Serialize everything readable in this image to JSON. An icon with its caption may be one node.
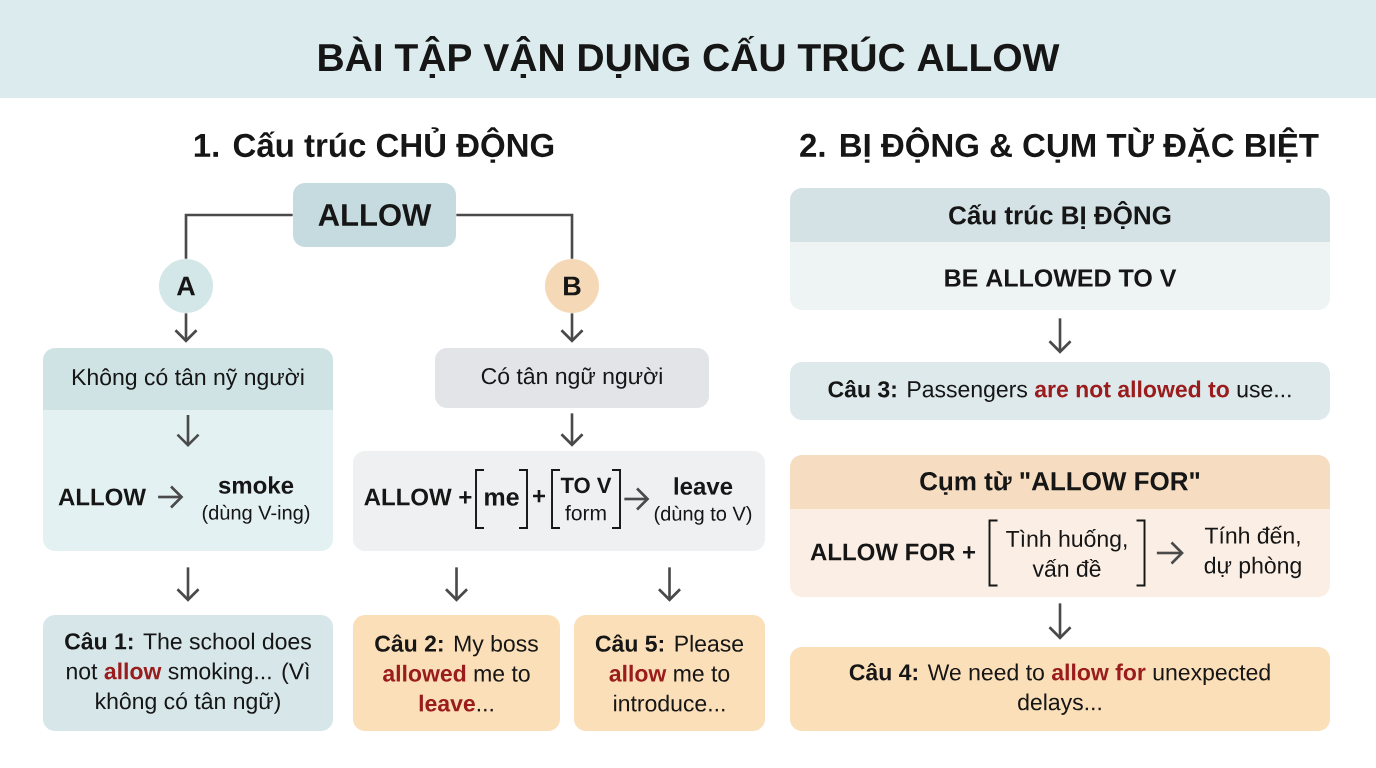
{
  "diagram": {
    "title": "BÀI TẬP VẬN DỤNG CẤU TRÚC ALLOW",
    "nodes": [
      {
        "text": [
          "ALLOW"
        ]
      },
      {
        "text": [
          "A"
        ]
      },
      {
        "text": [
          "B"
        ]
      },
      {
        "text": [
          "Không có tân nỹ người"
        ]
      },
      {
        "text": [
          "ALLOW"
        ],
        "in": 3
      },
      {
        "text": [
          "smoke",
          "(dùng V-ing)"
        ],
        "in": 3
      },
      {
        "text": [
          "Có tân ngữ người"
        ]
      },
      {
        "text": [
          "ALLOW +",
          "+"
        ]
      },
      {
        "text": [
          "me"
        ],
        "in": 7
      },
      {
        "text": [
          "TO V",
          "form"
        ],
        "in": 7
      },
      {
        "text": [
          "leave",
          "(dùng to V)"
        ],
        "in": 7
      },
      {
        "text": [
          "**Câu 1:** The school does not **allow** smoking... (Vì không có tân ngữ)"
        ]
      },
      {
        "text": [
          "**Câu 2:** My boss **allowed** me to **leave**..."
        ]
      },
      {
        "text": [
          "**Câu 5:** Please **allow** me to introduce..."
        ]
      },
      {
        "text": [
          "Cấu trúc BỊ ĐỘNG",
          "BE ALLOWED TO V"
        ]
      },
      {
        "text": [
          "**Câu 3:** Passengers **are not allowed to** use..."
        ]
      },
      {
        "text": [
          "Cụm từ \"ALLOW FOR\"",
          "ALLOW FOR +"
        ]
      },
      {
        "text": [
          "Tình huống, vấn đề"
        ],
        "in": 16
      },
      {
        "text": [
          "Tính đến, dự phòng"
        ],
        "in": 16
      },
      {
        "text": [
          "**Câu 4:** We need to **allow for** unexpected delays..."
        ]
      }
    ],
    "edges": [
      {
        "from": 0,
        "to": 1,
        "arrow": "none"
      },
      {
        "from": 0,
        "to": 2,
        "arrow": "none"
      },
      {
        "from": 1,
        "to": 3,
        "arrow": "to"
      },
      {
        "from": 4,
        "to": 5,
        "arrow": "to"
      },
      {
        "from": 3,
        "to": 11,
        "arrow": "to"
      },
      {
        "from": 2,
        "to": 6,
        "arrow": "to"
      },
      {
        "from": 6,
        "to": 7,
        "arrow": "to"
      },
      {
        "from": 9,
        "to": 10,
        "arrow": "to"
      },
      {
        "from": 7,
        "to": 12,
        "arrow": "to"
      },
      {
        "from": 7,
        "to": 13,
        "arrow": "to"
      },
      {
        "from": 14,
        "to": 15,
        "arrow": "to"
      },
      {
        "from": 17,
        "to": 18,
        "arrow": "to"
      },
      {
        "from": 16,
        "to": 19,
        "arrow": "to"
      }
    ],
    "labels": [
      "1. Cấu trúc CHỦ ĐỘNG",
      "2. BỊ ĐỘNG & CỤM TỪ ĐẶC BIỆT"
    ]
  }
}
